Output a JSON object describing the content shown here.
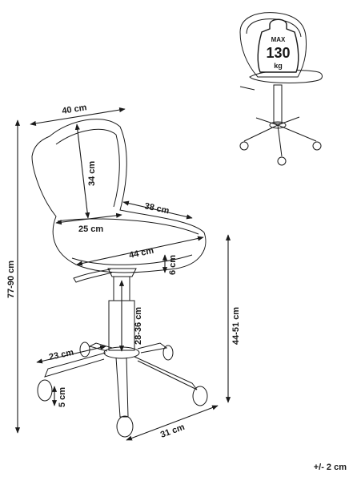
{
  "badge": {
    "line1": "MAX",
    "line2": "130",
    "line3": "kg"
  },
  "dimensions": {
    "backrest_width": "40 cm",
    "backrest_height": "34 cm",
    "seat_back_width": "25 cm",
    "seat_depth": "38 cm",
    "seat_width": "44 cm",
    "seat_thickness": "6 cm",
    "total_height": "77-90 cm",
    "seat_height": "44-51 cm",
    "gas_lift": "28-36 cm",
    "leg_length": "23 cm",
    "caster_height": "5 cm",
    "base_depth": "31 cm"
  },
  "tolerance": "+/- 2 cm"
}
